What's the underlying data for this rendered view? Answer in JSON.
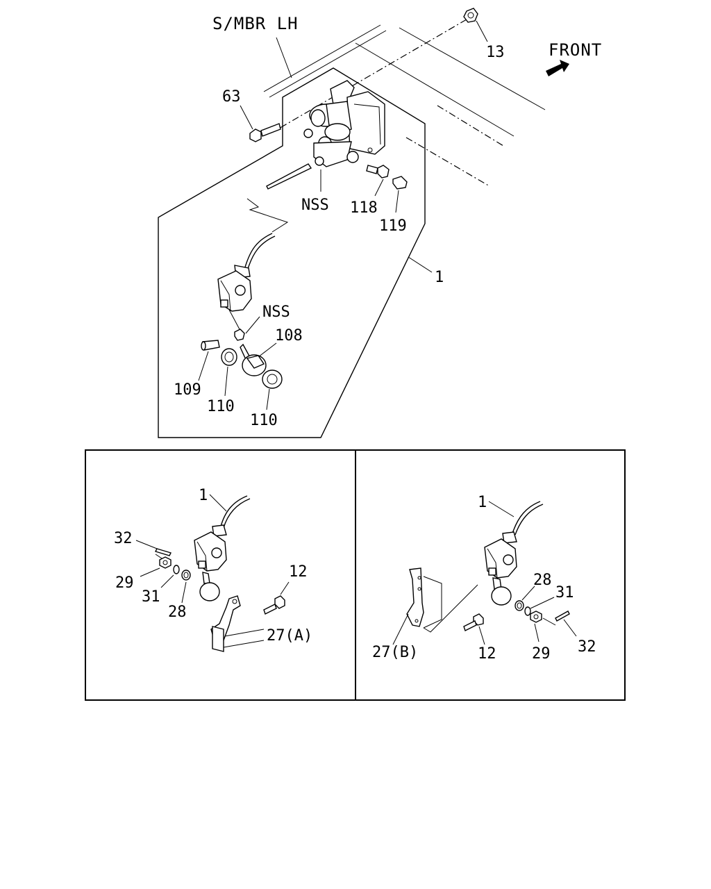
{
  "labels": {
    "member": "S/MBR LH",
    "front": "FRONT",
    "p13": "13",
    "p63": "63",
    "nss_top": "NSS",
    "p118": "118",
    "p119": "119",
    "p1_main": "1",
    "nss_mid": "NSS",
    "p108": "108",
    "p109": "109",
    "p110_a": "110",
    "p110_b": "110",
    "left_p1": "1",
    "left_p32": "32",
    "left_p29": "29",
    "left_p31": "31",
    "left_p28": "28",
    "left_p12": "12",
    "left_p27": "27(A)",
    "right_p1": "1",
    "right_p28": "28",
    "right_p31": "31",
    "right_p32": "32",
    "right_p29": "29",
    "right_p12": "12",
    "right_p27": "27(B)"
  }
}
